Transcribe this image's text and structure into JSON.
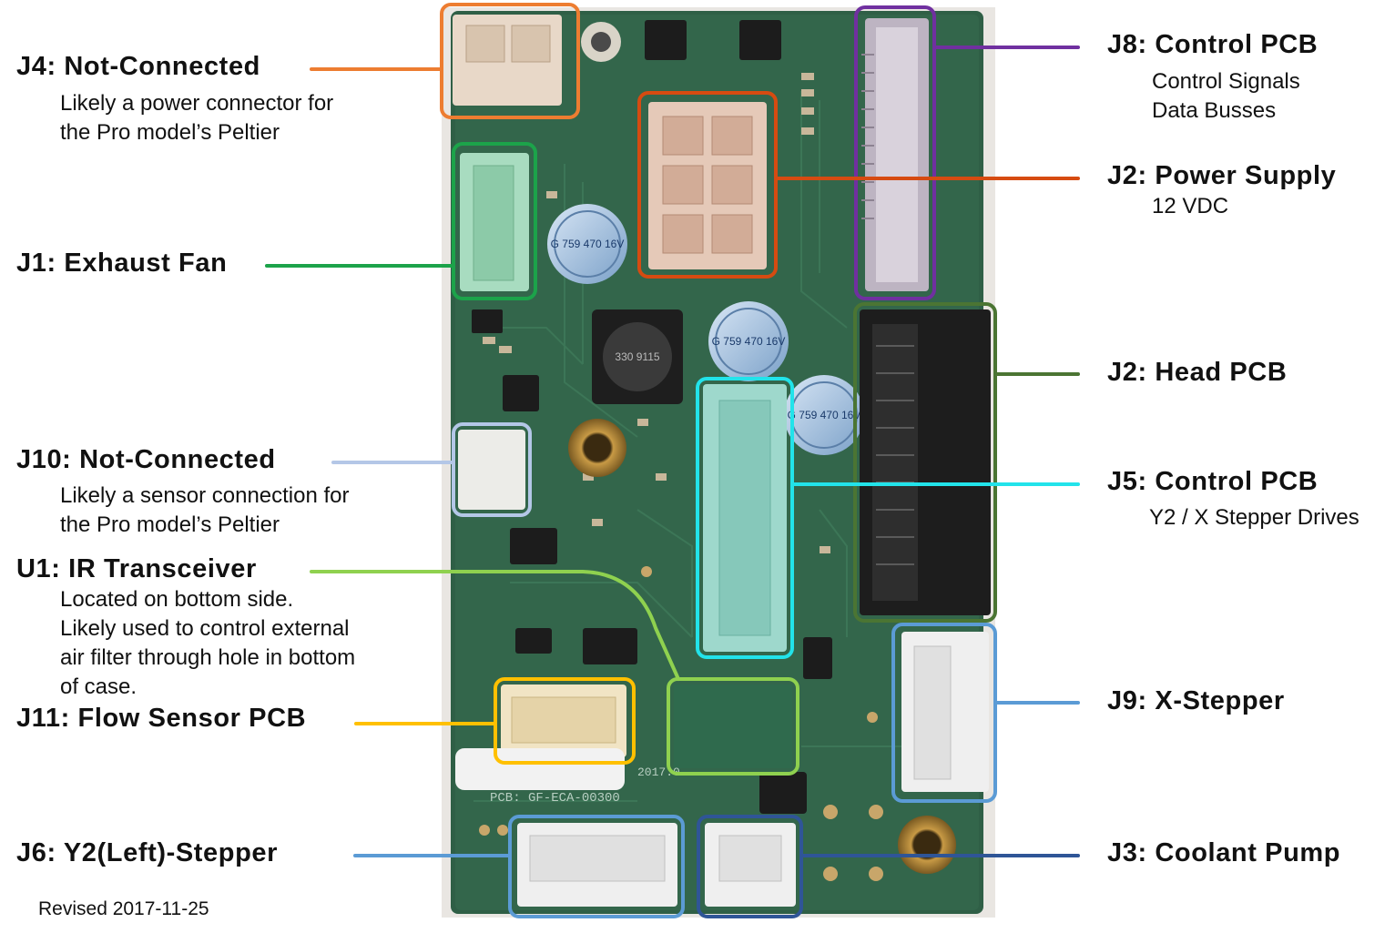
{
  "colors": {
    "j4": "#ed7d31",
    "j1": "#1ca34a",
    "j10": "#b4c7e7",
    "u1": "#8fd14f",
    "j11": "#ffc000",
    "j6": "#5b9bd5",
    "j3": "#2f5597",
    "j8": "#7030a0",
    "j2_power": "#d64b11",
    "j2_head": "#4b7533",
    "j5": "#22e3ea",
    "j9": "#5b9bd5",
    "board_green": "#2f5f46"
  },
  "labels": {
    "j4": {
      "title": "J4: Not-Connected",
      "desc": [
        "Likely a power connector for",
        "the Pro model’s Peltier"
      ]
    },
    "j1": {
      "title": "J1: Exhaust Fan"
    },
    "j10": {
      "title": "J10: Not-Connected",
      "desc": [
        "Likely a sensor connection for",
        "the Pro model’s Peltier"
      ]
    },
    "u1": {
      "title": "U1: IR Transceiver",
      "desc": [
        "Located on bottom side.",
        "Likely used to control external",
        "air filter through hole in bottom",
        "of case."
      ]
    },
    "j11": {
      "title": "J11: Flow Sensor PCB"
    },
    "j6": {
      "title": "J6: Y2(Left)-Stepper"
    },
    "j8": {
      "title": "J8: Control PCB",
      "desc": [
        "Control Signals",
        "Data Busses"
      ]
    },
    "j2_power": {
      "title": "J2: Power Supply",
      "desc": [
        "12 VDC"
      ]
    },
    "j2_head": {
      "title": "J2: Head PCB"
    },
    "j5": {
      "title": "J5: Control PCB",
      "desc": [
        "Y2 / X Stepper Drives"
      ]
    },
    "j9": {
      "title": "J9: X-Stepper"
    },
    "j3": {
      "title": "J3: Coolant Pump"
    }
  },
  "footer": {
    "revision": "Revised 2017-11-25"
  },
  "board": {
    "caps": [
      "G 759 470 16V",
      "G 759 470 16V",
      "G 759 470 16V"
    ],
    "inductor": "330 9115",
    "pcb_text": "PCB: GF-ECA-00300",
    "year_text": "2017.0"
  }
}
